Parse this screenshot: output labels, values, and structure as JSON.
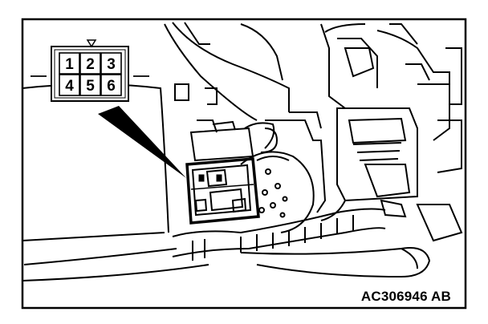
{
  "connector": {
    "pins": [
      "1",
      "2",
      "3",
      "4",
      "5",
      "6"
    ]
  },
  "reference_code": "AC306946 AB"
}
